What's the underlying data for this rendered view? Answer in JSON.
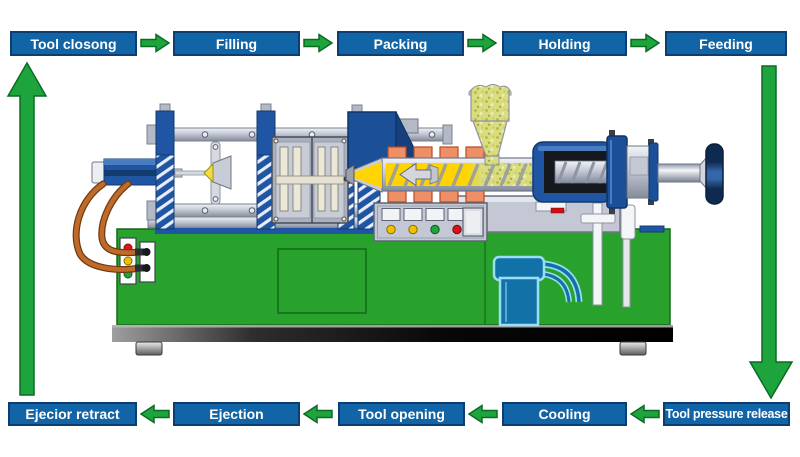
{
  "diagram": {
    "title": "injection-molding-cycle",
    "top_steps": [
      "Tool closong",
      "Filling",
      "Packing",
      "Holding",
      "Feeding"
    ],
    "bottom_steps": [
      "Ejecior retract",
      "Ejection",
      "Tool opening",
      "Cooling",
      "Tool pressure release"
    ],
    "flow_direction_top": "left-to-right",
    "flow_direction_bottom": "right-to-left",
    "cycle_direction": "clockwise"
  },
  "colors": {
    "step_box_fill": "#1164a5",
    "step_box_border": "#0e3d72",
    "step_text": "#ffffff",
    "arrow_green": "#1ea43d",
    "arrow_outline": "#0c6b22",
    "machine_green": "#28a12d",
    "machine_blue": "#1f55a2",
    "heater_orange": "#ef8f66",
    "melt_yellow": "#ffd400",
    "pellet_green": "#d9dc7f",
    "hose_copper": "#c06a2a",
    "panel_gray": "#c3c8d4",
    "background": "#ffffff"
  },
  "machine": {
    "name": "injection-molding-machine",
    "components": [
      "clamping-cylinder",
      "tie-bar-columns",
      "toggle-mechanism",
      "mold",
      "fixed-platen",
      "injection-barrel",
      "heater-bands",
      "hopper",
      "screw-drive-unit",
      "control-panel",
      "hydraulic-pump",
      "coolant-hoses",
      "connector-panel",
      "machine-base"
    ]
  }
}
